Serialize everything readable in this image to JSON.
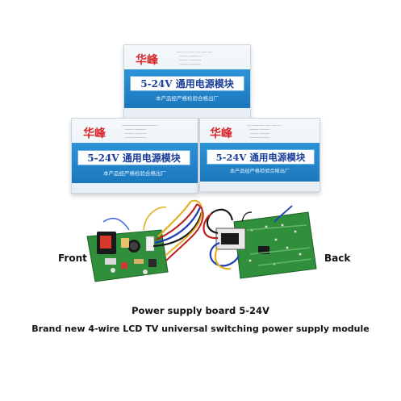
{
  "boxes": {
    "brand": "华峰",
    "title": "5-24V 通用电源模块",
    "subtitle": "本产品经严格检验合格出厂"
  },
  "board_labels": {
    "front": "Front",
    "back": "Back"
  },
  "caption": {
    "line1": "Power supply board 5-24V",
    "line2": "Brand new 4-wire LCD TV universal switching power supply module"
  },
  "colors": {
    "box_blue": "#1c78bd",
    "title_blue": "#1a3e9a",
    "brand_red": "#d8272b",
    "pcb_green": "#2f8f3a"
  }
}
